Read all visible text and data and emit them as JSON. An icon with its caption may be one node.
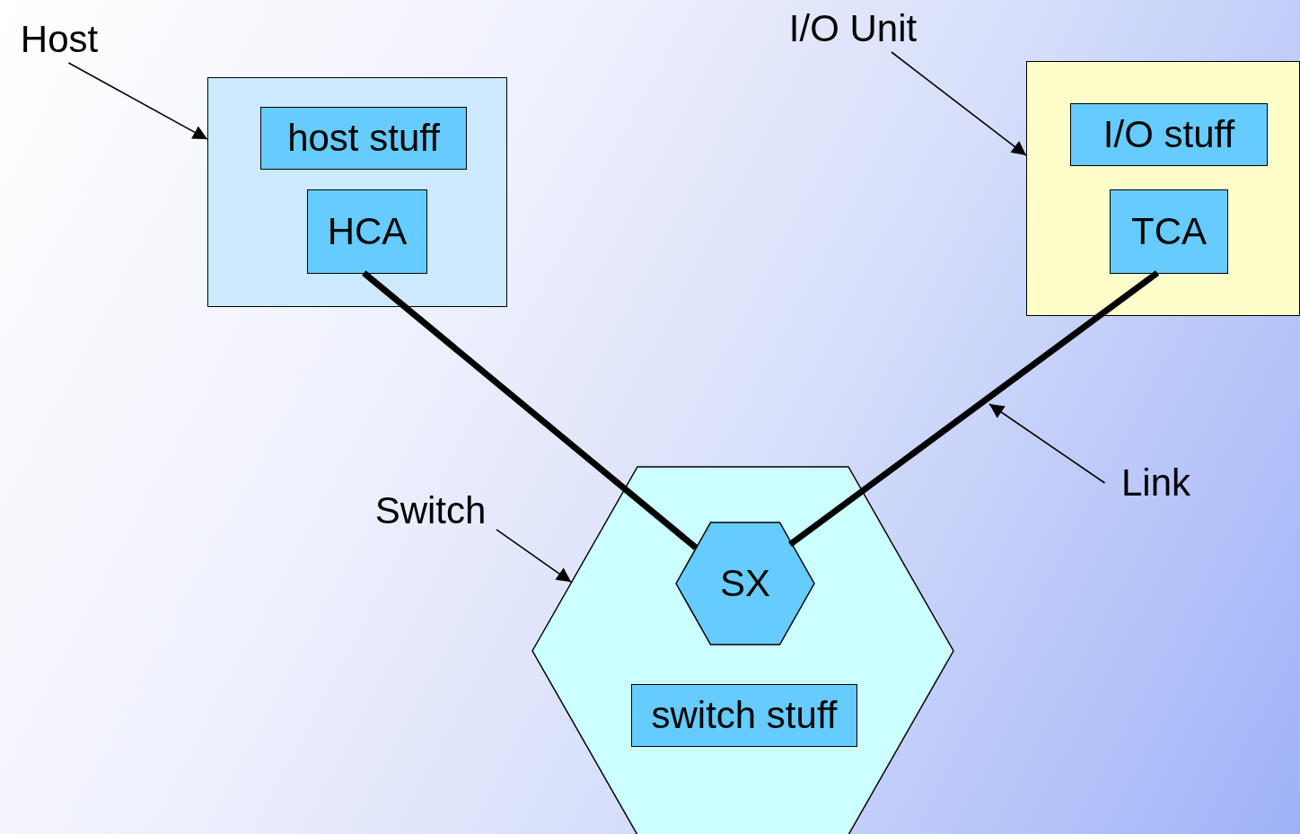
{
  "diagram": {
    "nodes": [
      {
        "text": [
          "Host"
        ]
      },
      {
        "text": [],
        "shape": "box"
      },
      {
        "text": [
          "host stuff"
        ],
        "in": 1
      },
      {
        "text": [
          "HCA"
        ],
        "in": 1
      },
      {
        "text": [
          "I/O Unit"
        ]
      },
      {
        "text": [],
        "shape": "box"
      },
      {
        "text": [
          "I/O stuff"
        ],
        "in": 5
      },
      {
        "text": [
          "TCA"
        ],
        "in": 5
      },
      {
        "text": [
          "Switch"
        ]
      },
      {
        "text": [],
        "shape": "hexagon"
      },
      {
        "text": [
          "SX"
        ],
        "in": 9
      },
      {
        "text": [
          "switch stuff"
        ],
        "in": 9
      },
      {
        "text": [
          "Link"
        ]
      }
    ],
    "edges": [
      {
        "from": 0,
        "to": 1,
        "arrow": "to"
      },
      {
        "from": 4,
        "to": 5,
        "arrow": "to"
      },
      {
        "from": 8,
        "to": 9,
        "arrow": "to"
      },
      {
        "from": 12,
        "to": null,
        "arrow": "to"
      },
      {
        "from": 3,
        "to": 10,
        "arrow": "none",
        "style": "thick"
      },
      {
        "from": 7,
        "to": 10,
        "arrow": "none",
        "style": "thick"
      }
    ]
  }
}
